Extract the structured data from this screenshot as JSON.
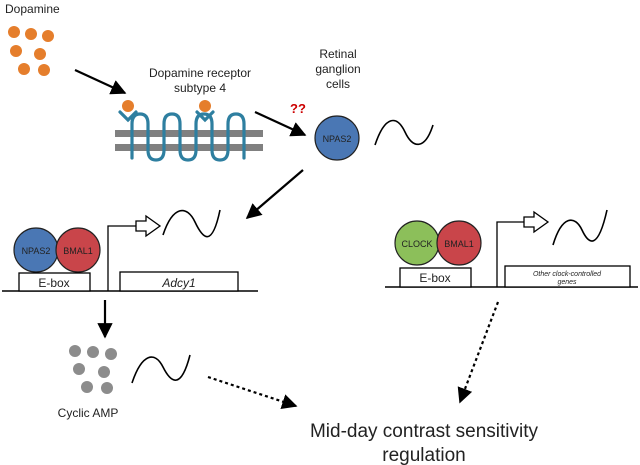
{
  "labels": {
    "dopamine": "Dopamine",
    "receptor_line1": "Dopamine receptor",
    "receptor_line2": "subtype 4",
    "question": "??",
    "rgc_line1": "Retinal",
    "rgc_line2": "ganglion",
    "rgc_line3": "cells",
    "npas2_rgc": "NPAS2",
    "npas2": "NPAS2",
    "bmal1_left": "BMAL1",
    "clock": "CLOCK",
    "bmal1_right": "BMAL1",
    "ebox_left": "E-box",
    "ebox_right": "E-box",
    "adcy1": "Adcy1",
    "other_genes_line1": "Other clock-controlled",
    "other_genes_line2": "genes",
    "cyclic_amp": "Cyclic AMP",
    "outcome_line1": "Mid-day contrast sensitivity",
    "outcome_line2": "regulation"
  },
  "colors": {
    "dopamine": "#e57e2c",
    "npas2": "#4a77b4",
    "bmal1": "#c9454a",
    "clock": "#8cbf5a",
    "receptor": "#2e7fa0",
    "membrane": "#808080",
    "camp": "#8c8c8c",
    "question": "#cc0000"
  }
}
